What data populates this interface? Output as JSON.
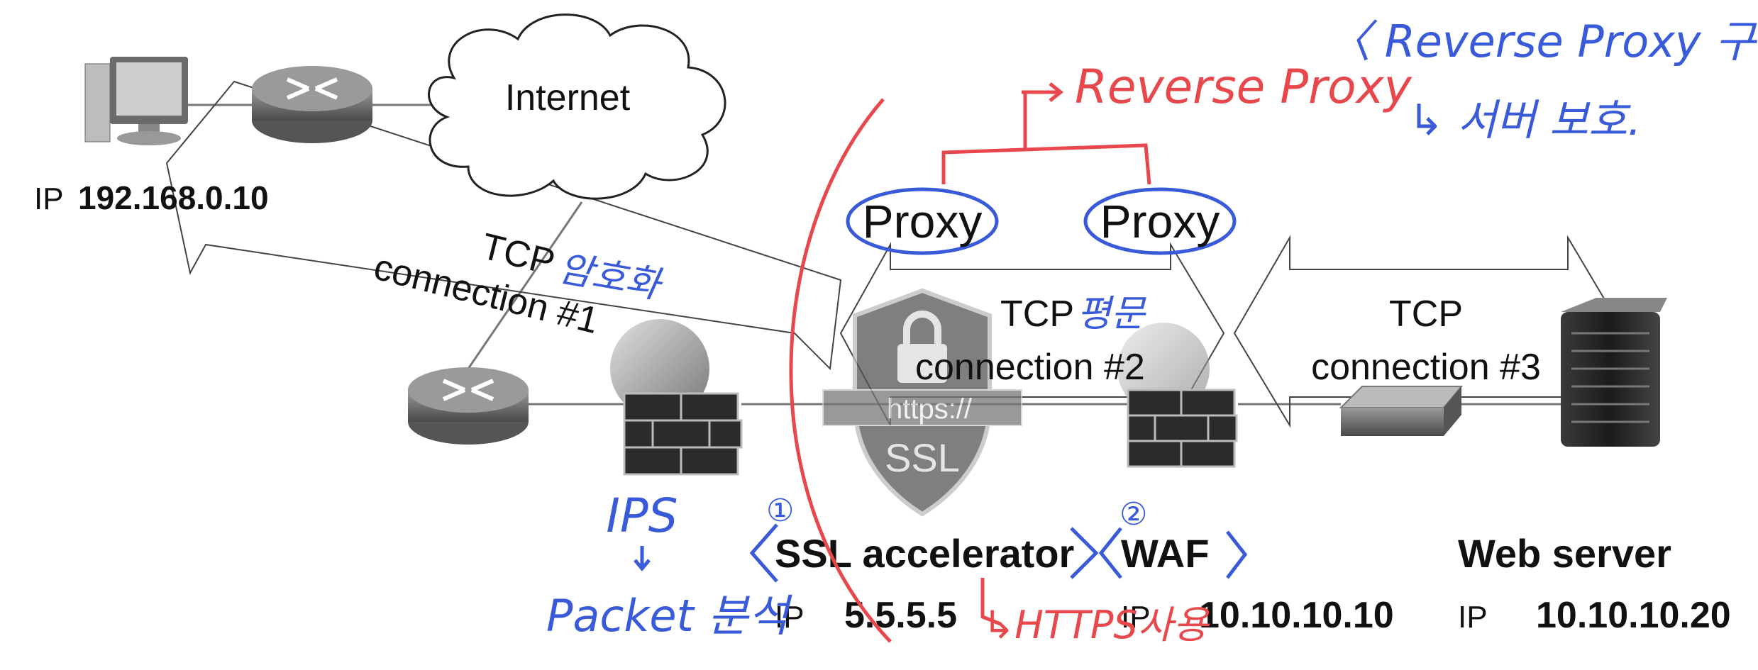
{
  "diagram": {
    "cloud_label": "Internet",
    "client_ip_prefix": "IP",
    "client_ip": "192.168.0.10",
    "tcp1": {
      "line1": "TCP",
      "line2": "connection #1"
    },
    "tcp2": {
      "line1": "TCP",
      "line2": "connection #2"
    },
    "tcp3": {
      "line1": "TCP",
      "line2": "connection #3"
    },
    "ssl_banner": "https://",
    "ssl_shield": "SSL",
    "ssl_name": "SSL accelerator",
    "ssl_ip_prefix": "IP",
    "ssl_ip": "5.5.5.5",
    "waf_name": "WAF",
    "waf_ip_prefix": "IP",
    "waf_ip": "10.10.10.10",
    "web_name": "Web server",
    "web_ip_prefix": "IP",
    "web_ip": "10.10.10.20"
  },
  "annotations": {
    "title": "〈 Reverse Proxy 구조 〉",
    "subtitle": "↳ 서버 보호.",
    "reverse_proxy": "Reverse Proxy",
    "proxy_left": "Proxy",
    "proxy_right": "Proxy",
    "encrypted": "암호화",
    "plaintext": "평문",
    "ips": "IPS",
    "ips_detail": "Packet 분석",
    "num1": "①",
    "num2": "②",
    "https_use": "↳HTTPS사용"
  },
  "colors": {
    "blue_ink": "#3a5bd9",
    "red_ink": "#e8484b",
    "device_gray": "#6e6e6e"
  }
}
